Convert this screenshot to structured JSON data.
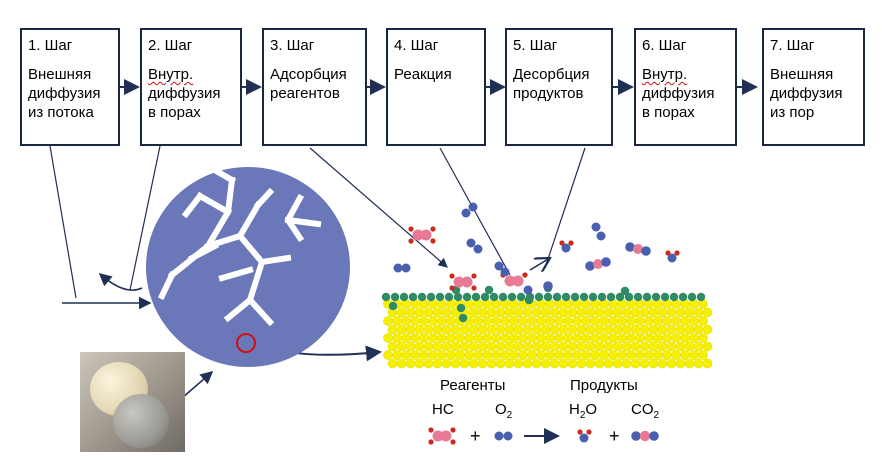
{
  "steps": [
    {
      "title": "1. Шаг",
      "body": "Внешняя\nдиффузия\nиз потока"
    },
    {
      "title": "2. Шаг",
      "body_prefix": "Внутр.",
      "body": "диффузия\nв порах"
    },
    {
      "title": "3. Шаг",
      "body": "Адсорбция\nреагентов"
    },
    {
      "title": "4. Шаг",
      "body": "Реакция"
    },
    {
      "title": "5. Шаг",
      "body": "Десорбция\nпродуктов"
    },
    {
      "title": "6. Шаг",
      "body_prefix": "Внутр.",
      "body": "диффузия\nв порах"
    },
    {
      "title": "7. Шаг",
      "body": "Внешняя\nдиффузия\nиз пор"
    }
  ],
  "legend": {
    "reagents_label": "Реагенты",
    "products_label": "Продукты",
    "hc": "HC",
    "o2_main": "O",
    "o2_sub": "2",
    "h2o_main": "H",
    "h2o_sub": "2",
    "h2o_tail": "O",
    "co2_main": "CO",
    "co2_sub": "2",
    "plus": "+"
  },
  "colors": {
    "box_border": "#1a2740",
    "arrow": "#1f2f55",
    "pellet": "#6a77b8",
    "surface": "#f4f000",
    "surface_atom": "#2e8b63",
    "molecule_blue": "#4a5fb0",
    "molecule_pink": "#e87a95",
    "oxygen_red": "#cc2a1a"
  }
}
